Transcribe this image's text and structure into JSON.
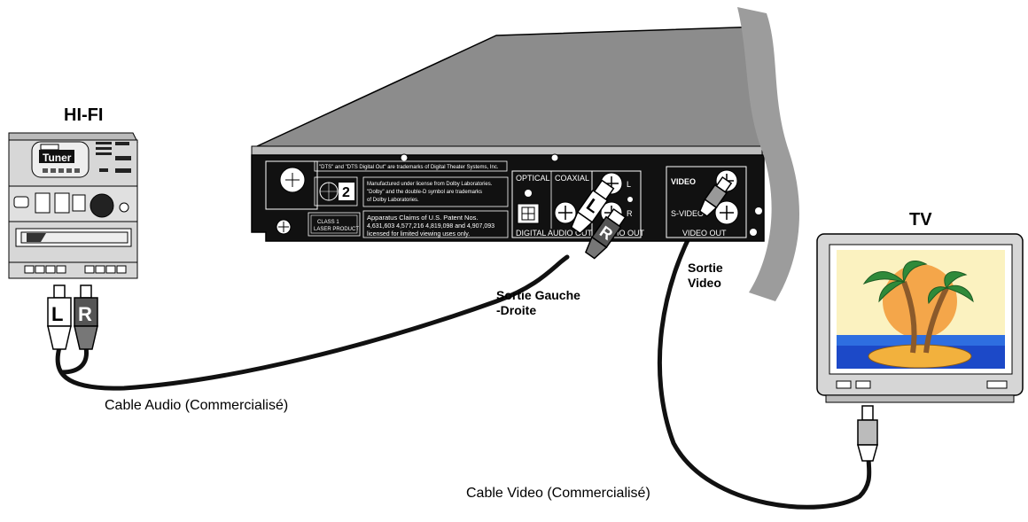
{
  "labels": {
    "hifi": "HI-FI",
    "tuner": "Tuner",
    "tv": "TV",
    "sortie_gauche_1": "Sortie Gauche",
    "sortie_gauche_2": "-Droite",
    "sortie_video_1": "Sortie",
    "sortie_video_2": "Video",
    "cable_audio": "Cable Audio (Commercialisé)",
    "cable_video": "Cable Video (Commercialisé)",
    "plug_l": "L",
    "plug_r": "R"
  },
  "panel": {
    "dts_note": "\"DTS\" and \"DTS Digital Out\" are trademarks of Digital Theater Systems, Inc.",
    "region": "2",
    "dolby_1": "Manufactured under license from Dolby Laboratories.",
    "dolby_2": "\"Dolby\" and the double-D symbol are trademarks",
    "dolby_3": "of Dolby Laboratories.",
    "class_1": "CLASS 1",
    "class_2": "LASER PRODUCT",
    "patent_1": "Apparatus Claims of U.S. Patent Nos.",
    "patent_2": "4,631,603 4,577,216 4,819,098 and 4,907,093",
    "patent_3": "licensed for limited viewing uses only.",
    "optical": "OPTICAL",
    "coaxial": "COAXIAL",
    "digital_audio_out": "DIGITAL AUDIO OUT",
    "audio_out": "AUDIO OUT",
    "jack_l": "L",
    "jack_r": "R",
    "video": "VIDEO",
    "s_video": "S-VIDEO",
    "video_out": "VIDEO OUT"
  }
}
